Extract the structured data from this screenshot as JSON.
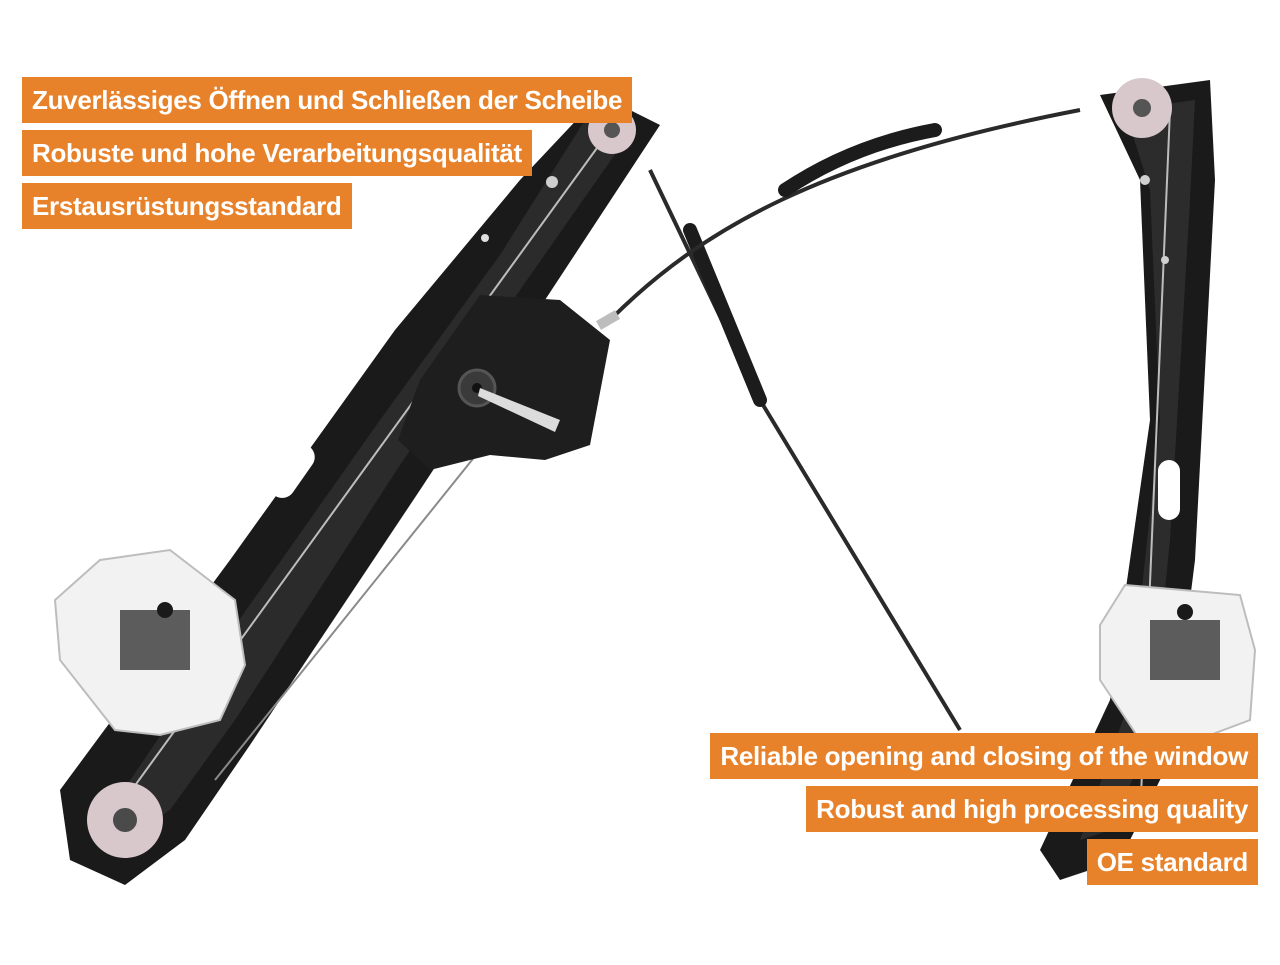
{
  "labels_de": [
    "Zuverlässiges Öffnen und Schließen der Scheibe",
    "Robuste und hohe Verarbeitungsqualität",
    "Erstausrüstungsstandard"
  ],
  "labels_en": [
    "Reliable opening and closing of the window",
    "Robust and high processing quality",
    "OE standard"
  ],
  "colors": {
    "label_bg": "#e8822a",
    "label_text": "#ffffff",
    "rail": "#1c1c1c",
    "cable": "#2a2a2a",
    "clip": "#f2f2f2",
    "pulley": "#d8c8cc"
  }
}
